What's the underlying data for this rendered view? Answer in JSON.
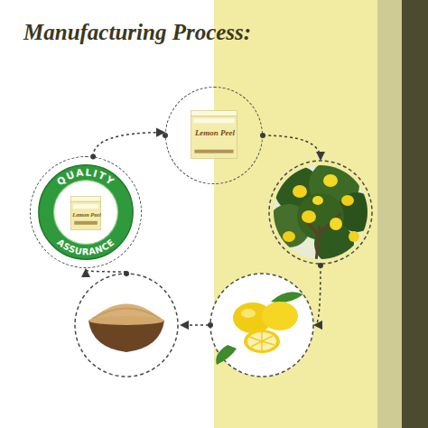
{
  "diagram": {
    "title": "Manufacturing Process:",
    "nodes": [
      {
        "text": [
          "Lemon Peel"
        ]
      },
      {
        "text": [
          "QUALITY",
          "ASSURANCE",
          "Lemon Peel"
        ]
      }
    ],
    "edges": [
      {
        "from": 1,
        "to": 0,
        "arrow": "to"
      }
    ]
  }
}
